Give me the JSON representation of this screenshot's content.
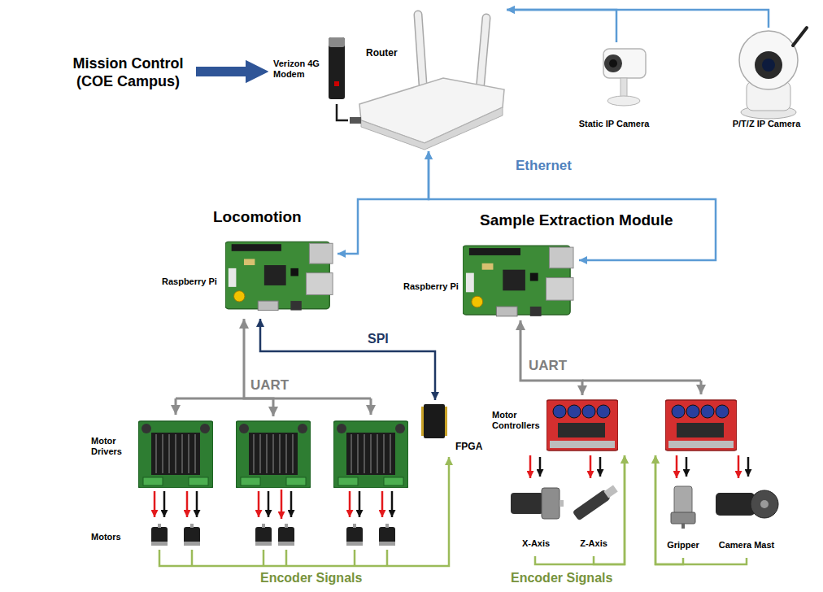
{
  "diagram": {
    "nodes": [
      {
        "text": [
          "Mission Control (COE Campus)"
        ]
      },
      {
        "text": [
          "Verizon 4G Modem"
        ]
      },
      {
        "text": [
          "Router"
        ]
      },
      {
        "text": [
          "Static IP Camera"
        ]
      },
      {
        "text": [
          "P/T/Z IP Camera"
        ]
      },
      {
        "text": [
          "Raspberry Pi"
        ]
      },
      {
        "text": [
          "Raspberry Pi"
        ]
      },
      {
        "text": [
          "Motor Drivers"
        ]
      },
      {
        "text": [
          "FPGA"
        ]
      },
      {
        "text": [
          "Motor Controllers"
        ]
      },
      {
        "text": [
          "Motors"
        ]
      },
      {
        "text": [
          "X-Axis"
        ]
      },
      {
        "text": [
          "Z-Axis"
        ]
      },
      {
        "text": [
          "Gripper"
        ]
      },
      {
        "text": [
          "Camera Mast"
        ]
      }
    ],
    "edges": [
      {
        "from": 0,
        "to": 1,
        "arrow": "to"
      },
      {
        "from": 1,
        "to": 2,
        "arrow": "none"
      },
      {
        "from": 3,
        "to": 2,
        "arrow": "to"
      },
      {
        "from": 4,
        "to": 2,
        "arrow": "to"
      },
      {
        "from": 2,
        "to": 5,
        "arrow": "both"
      },
      {
        "from": 2,
        "to": 6,
        "label": "Ethernet",
        "arrow": "both"
      },
      {
        "from": 5,
        "to": 7,
        "label": "UART",
        "arrow": "both"
      },
      {
        "from": 5,
        "to": 8,
        "label": "SPI",
        "arrow": "both"
      },
      {
        "from": 7,
        "to": 10,
        "arrow": "to"
      },
      {
        "from": 10,
        "to": 8,
        "label": "Encoder Signals",
        "arrow": "to"
      },
      {
        "from": 6,
        "to": 9,
        "label": "UART",
        "arrow": "both"
      },
      {
        "from": 9,
        "to": 11,
        "arrow": "to"
      },
      {
        "from": 9,
        "to": 12,
        "arrow": "to"
      },
      {
        "from": 9,
        "to": 13,
        "arrow": "to"
      },
      {
        "from": 9,
        "to": 14,
        "arrow": "to"
      },
      {
        "from": 11,
        "to": 9,
        "label": "Encoder Signals",
        "arrow": "to"
      },
      {
        "from": 12,
        "to": 9,
        "arrow": "to"
      },
      {
        "from": 13,
        "to": 9,
        "arrow": "to"
      },
      {
        "from": 14,
        "to": 9,
        "arrow": "to"
      }
    ],
    "labels": [
      "Locomotion",
      "Sample Extraction Module"
    ]
  }
}
